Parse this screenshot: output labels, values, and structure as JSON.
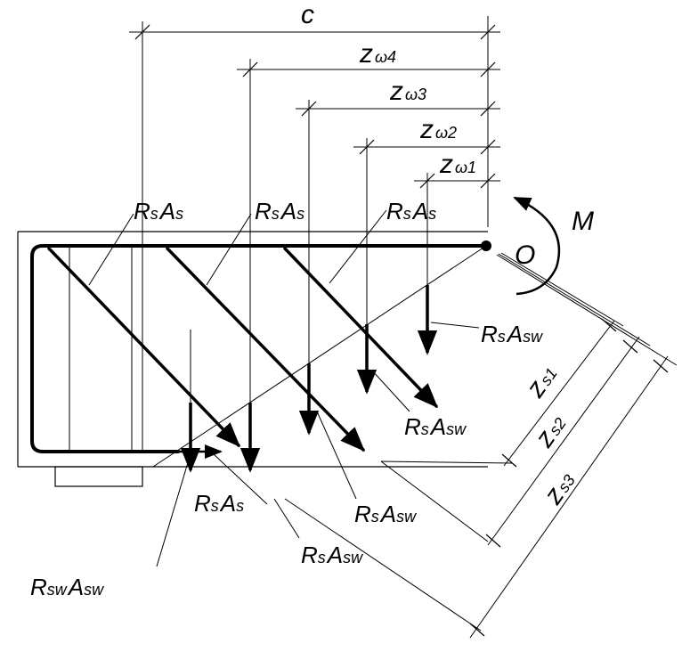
{
  "labels": {
    "c": "c",
    "M": "M",
    "O": "O",
    "z_w4": {
      "main": "z",
      "sub": "ω4"
    },
    "z_w3": {
      "main": "z",
      "sub": "ω3"
    },
    "z_w2": {
      "main": "z",
      "sub": "ω2"
    },
    "z_w1": {
      "main": "z",
      "sub": "ω1"
    },
    "rsas": {
      "main1": "R",
      "sub1": "s",
      "main2": "A",
      "sub2": "s"
    },
    "rsasw": {
      "main1": "R",
      "sub1": "s",
      "main2": "A",
      "sub2": "sw"
    },
    "rswasw": {
      "main1": "R",
      "sub1": "sw",
      "main2": "A",
      "sub2": "sw"
    },
    "z_s1": {
      "main": "z",
      "sub": "s1"
    },
    "z_s2": {
      "main": "z",
      "sub": "s2"
    },
    "z_s3": {
      "main": "z",
      "sub": "s3"
    }
  },
  "colors": {
    "line": "#000000",
    "background": "#ffffff"
  }
}
